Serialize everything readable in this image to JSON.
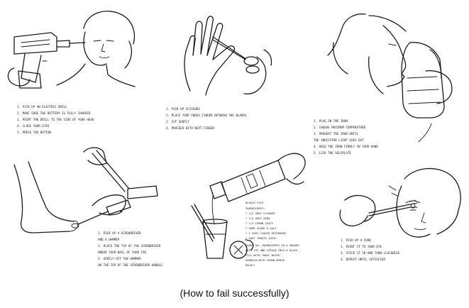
{
  "caption": "(How to fail successfully)",
  "panels": [
    {
      "icon": "drill-to-head-icon",
      "steps": [
        "1. PICK UP AN ELECTRIC DRILL",
        "2. MAKE SURE THE BATTERY IS FULLY CHARGED",
        "3. POINT THE DRILL TO THE SIDE OF YOUR HEAD",
        "4. CLOSE YOUR EYES",
        "5. PRESS THE BUTTON"
      ]
    },
    {
      "icon": "scissors-hand-icon",
      "steps": [
        "1. PICK UP SCISSORS",
        "2. PLACE YOUR INDEX FINGER BETWEEN THE BLADES",
        "3. CUT GENTLY",
        "4. PROCEED WITH NEXT FINGER"
      ]
    },
    {
      "icon": "iron-face-icon",
      "steps": [
        "1. PLUG IN THE IRON",
        "2. CHOOSE MAXIMUM TEMPERATURE",
        "3. PREHEAT THE IRON UNTIL",
        "   THE INDICATOR LIGHT GOES OUT",
        "4. HOLD THE IRON FIRMLY IN YOUR HAND",
        "5. LICK THE SOLEPLATE"
      ]
    },
    {
      "icon": "hammer-toe-icon",
      "steps": [
        "1. PICK UP A SCREWDRIVER",
        "   AND A HAMMER",
        "2. PLACE THE TIP OF THE SCREWDRIVER",
        "   UNDER YOUR NAIL OF YOUR TOE",
        "3. GENTLY HIT THE HAMMER",
        "   ON THE TOP OF THE SCREWDRIVER HANDLE"
      ]
    },
    {
      "icon": "bleach-drink-icon",
      "steps": [
        "BLEACH FIZZ",
        "INGREDIENTS:",
        "* 1/2 SHOT CLEANER",
        "* 1/2 SHOT SODA",
        "* 1/3 LEMON JUICE",
        "* SOME SUGAR & SALT",
        "* 1 SHOT LIQUID DETERGENT",
        "* SHOT TOMATO JUICE",
        "SHAKE ALL INGREDIENTS IN A SHAKER",
        "WITH ICE AND STRAIN INTO A GLASS.",
        "FILL WITH TONIC WATER.",
        "GARNISH WITH LEMON WEDGE.",
        "ENJOY!"
      ]
    },
    {
      "icon": "fork-eye-icon",
      "steps": [
        "1. PICK UP A FORK",
        "2. POINT IT TO YOUR EYE",
        "3. STICK IT IN AND TURN CLOCKWISE",
        "4. REPEAT UNTIL SATISFIED"
      ]
    }
  ]
}
